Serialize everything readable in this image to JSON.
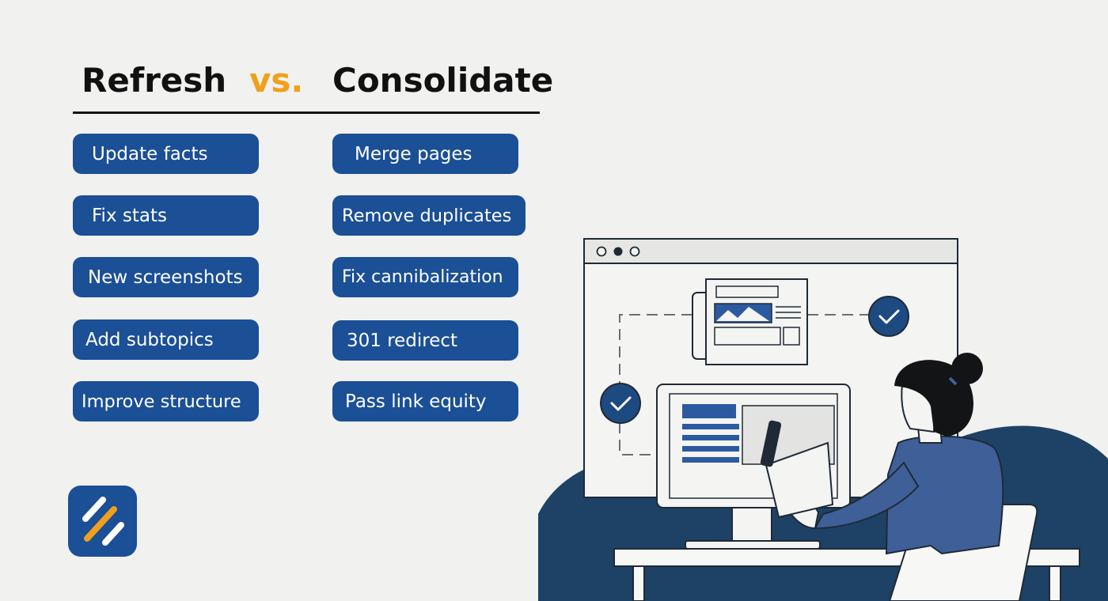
{
  "header": {
    "left_title": "Refresh",
    "vs_label": "vs.",
    "right_title": "Consolidate"
  },
  "refresh_items": [
    "Update facts",
    "Fix stats",
    "New screenshots",
    "Add subtopics",
    "Improve structure"
  ],
  "consolidate_items": [
    "Merge pages",
    "Remove duplicates",
    "Fix cannibalization",
    "301 redirect",
    "Pass link equity"
  ],
  "colors": {
    "background": "#f1f1f0",
    "pill_blue": "#1b4f96",
    "accent_orange": "#f0a01c",
    "navy": "#1d4266",
    "person_blue": "#3e5f98"
  },
  "icons": {
    "logo": "brand-logo-icon",
    "check": "check-circle-icon"
  }
}
